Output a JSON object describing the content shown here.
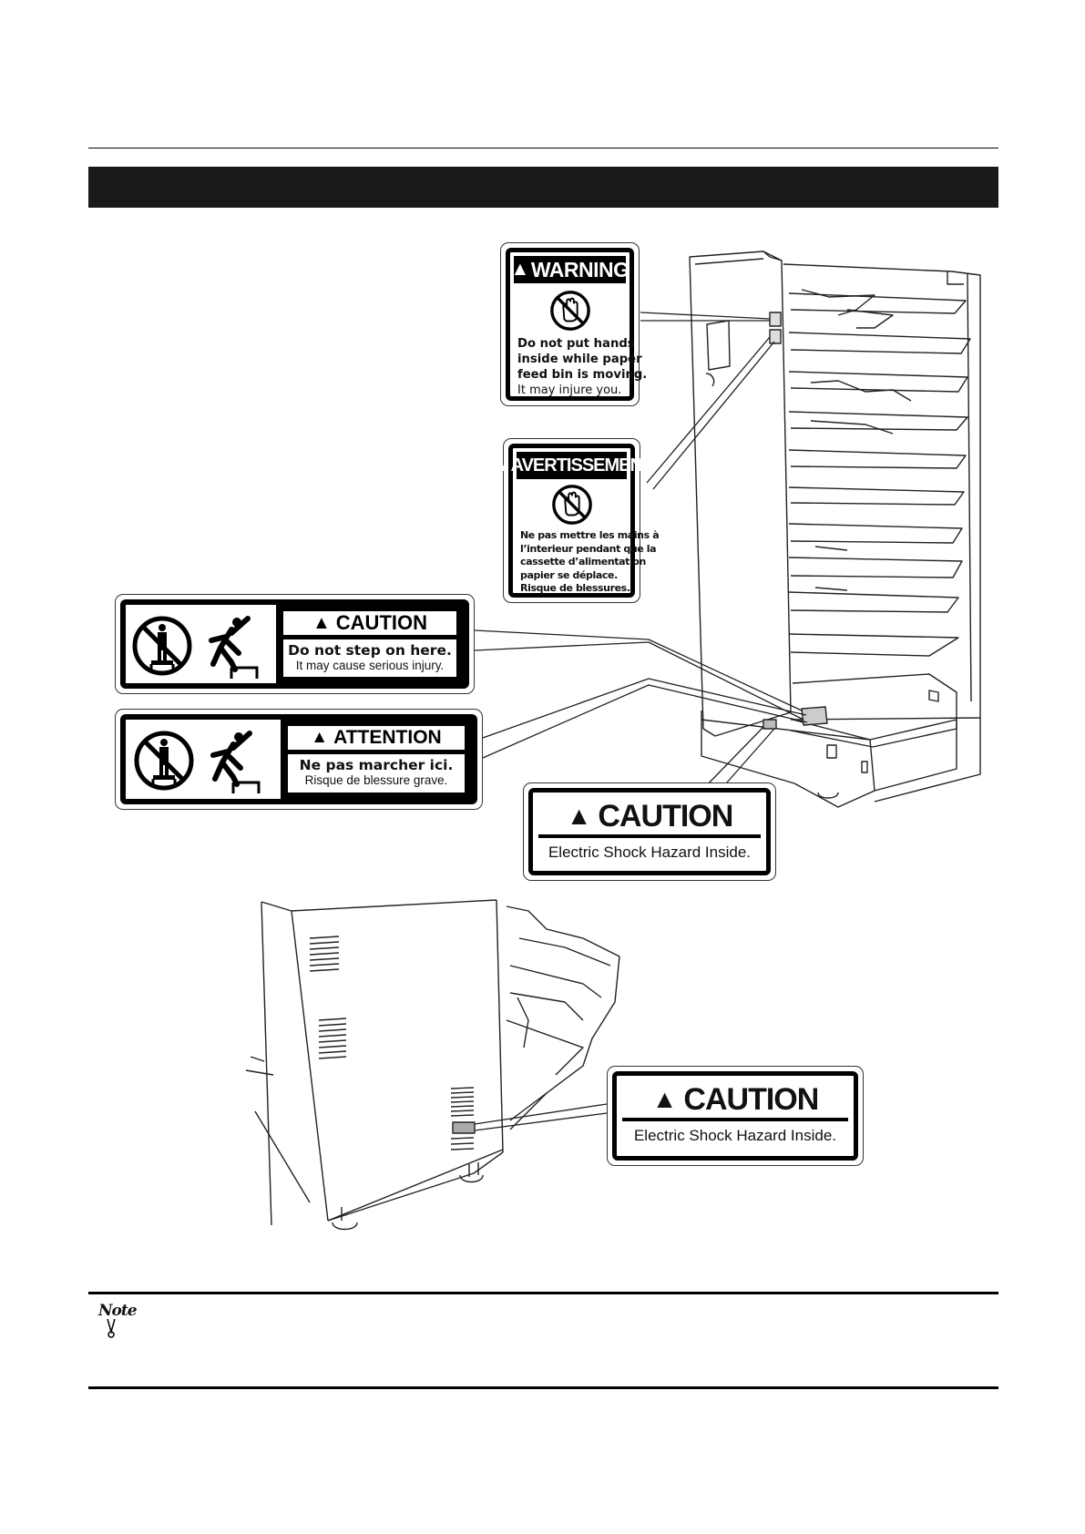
{
  "signs": {
    "warning": {
      "title": "WARNING",
      "line1": "Do not put hands",
      "line2": "inside while paper",
      "line3": "feed bin is moving.",
      "line4": "It may injure you."
    },
    "avertissement": {
      "title": "AVERTISSEMENT",
      "line1": "Ne pas mettre les mains à",
      "line2": "l’interieur pendant que la",
      "line3": "cassette d’alimentation",
      "line4": "papier se déplace.",
      "line5": "Risque de blessures."
    },
    "caution_step": {
      "title": "CAUTION",
      "line1": "Do not step on here.",
      "line2": "It may cause serious injury."
    },
    "attention_step": {
      "title": "ATTENTION",
      "line1": "Ne pas marcher ici.",
      "line2": "Risque de blessure grave."
    },
    "caution_electric_1": {
      "title": "CAUTION",
      "text": "Electric Shock Hazard Inside."
    },
    "caution_electric_2": {
      "title": "CAUTION",
      "text": "Electric Shock Hazard Inside."
    }
  },
  "note": {
    "icon_text": "Note",
    "icon": "note-pen-icon"
  },
  "colors": {
    "title_bar": "#1a1a1a",
    "ink": "#000000"
  }
}
